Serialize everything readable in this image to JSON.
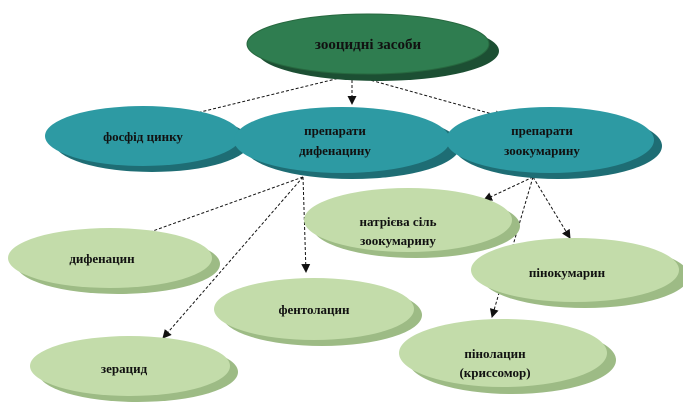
{
  "root": {
    "label": "зооцидні засоби"
  },
  "level1": {
    "zinc": {
      "label": "фосфід цинку"
    },
    "difenacin": {
      "label_line1": "препарати",
      "label_line2": "дифенацину"
    },
    "zookumarin": {
      "label_line1": "препарати",
      "label_line2": "зоокумарину"
    }
  },
  "level2": {
    "difenacin_item": {
      "label": "дифенацин"
    },
    "zeracid": {
      "label": "зерацид"
    },
    "fentolacin": {
      "label": "фентолацин"
    },
    "sodium_salt": {
      "label_line1": "натрієва сіль",
      "label_line2": "зоокумарину"
    },
    "pinokumarin": {
      "label": "пінокумарин"
    },
    "pinolacin": {
      "label_line1": "пінолацин",
      "label_line2": "(криссомор)"
    }
  },
  "colors": {
    "root_fill": "#2f7d50",
    "level1_fill": "#2d9aa3",
    "level2_fill": "#c3dcaa",
    "edge": "#111111"
  }
}
